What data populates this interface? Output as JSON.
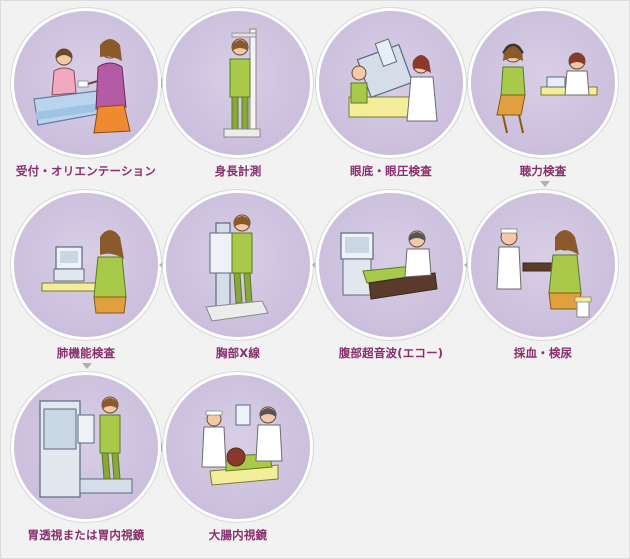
{
  "steps": [
    {
      "label": "受付・オリエンテーション",
      "icon": "reception-icon"
    },
    {
      "label": "身長計測",
      "icon": "height-measure-icon"
    },
    {
      "label": "眼底・眼圧検査",
      "icon": "eye-exam-icon"
    },
    {
      "label": "聴力検査",
      "icon": "hearing-test-icon"
    },
    {
      "label": "採血・検尿",
      "icon": "blood-urine-test-icon"
    },
    {
      "label": "腹部超音波(エコー)",
      "icon": "ultrasound-icon"
    },
    {
      "label": "胸部X線",
      "icon": "chest-xray-icon"
    },
    {
      "label": "肺機能検査",
      "icon": "lung-function-icon"
    },
    {
      "label": "胃透視または胃内視鏡",
      "icon": "stomach-exam-icon"
    },
    {
      "label": "大腸内視鏡",
      "icon": "colonoscopy-icon"
    }
  ],
  "colors": {
    "circle": "#cbbfdd",
    "label": "#8a2f6e",
    "arrow": "#b0b0b0"
  }
}
